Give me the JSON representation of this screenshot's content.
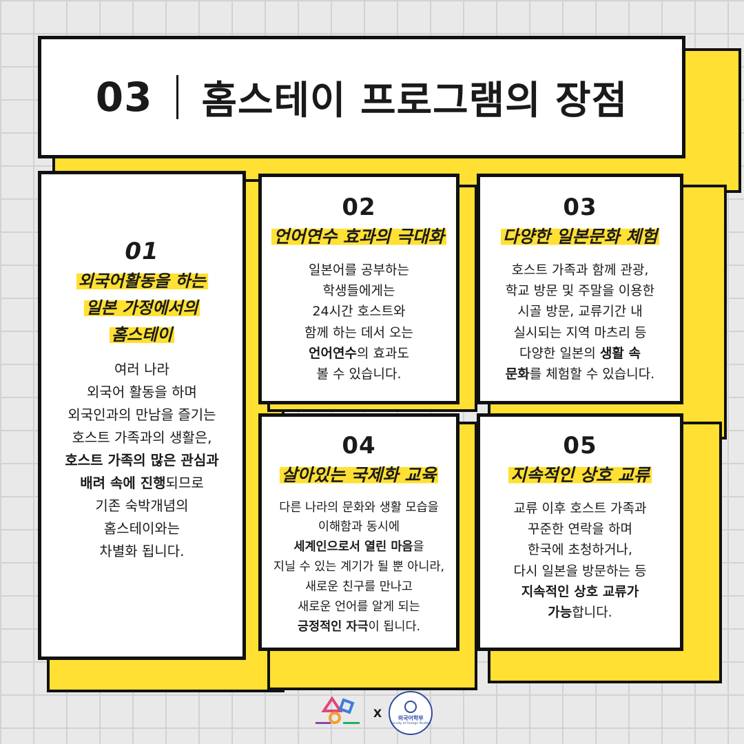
{
  "header": {
    "number": "03",
    "title": "홈스테이 프로그램의 장점"
  },
  "cards": [
    {
      "number": "01",
      "title_lines": [
        "외국어활동을 하는",
        "일본 가정에서의",
        "홈스테이"
      ],
      "body_html": "여러 나라<br>외국어 활동을 하며<br>외국인과의 만남을 즐기는<br>호스트 가족과의 생활은,<br><b>호스트 가족의 많은 관심과</b><br><b>배려 속에 진행</b>되므로<br>기존 숙박개념의<br>홈스테이와는<br>차별화 됩니다."
    },
    {
      "number": "02",
      "title_lines": [
        "언어연수 효과의 극대화"
      ],
      "body_html": "일본어를 공부하는<br>학생들에게는<br>24시간 호스트와<br>함께 하는 데서 오는<br><b>언어연수</b>의 효과도<br>볼 수 있습니다."
    },
    {
      "number": "03",
      "title_lines": [
        "다양한 일본문화 체험"
      ],
      "body_html": "호스트 가족과 함께 관광,<br>학교 방문 및 주말을 이용한<br>시골 방문, 교류기간 내<br>실시되는 지역 마츠리 등<br>다양한 일본의 <b>생활 속</b><br><b>문화</b>를 체험할 수 있습니다."
    },
    {
      "number": "04",
      "title_lines": [
        "살아있는 국제화 교육"
      ],
      "body_html": "다른 나라의 문화와 생활 모습을<br>이해함과 동시에<br><b>세계인으로서 열린 마음</b>을<br>지닐 수 있는 계기가 될 뿐 아니라,<br>새로운 친구를 만나고<br>새로운 언어를 알게 되는<br><b>긍정적인 자극</b>이 됩니다."
    },
    {
      "number": "05",
      "title_lines": [
        "지속적인 상호 교류"
      ],
      "body_html": "교류 이후 호스트 가족과<br>꾸준한 연락을 하며<br>한국에 초청하거나,<br>다시 일본을 방문하는 등<br><b>지속적인 상호 교류가</b><br><b>가능</b>합니다."
    }
  ],
  "footer": {
    "separator": "X",
    "faculty_name": "외국어학부",
    "faculty_name_en": "Faculty of Foreign Studies"
  },
  "colors": {
    "accent": "#ffe033",
    "ink": "#111111",
    "background": "#e9e9e9"
  }
}
